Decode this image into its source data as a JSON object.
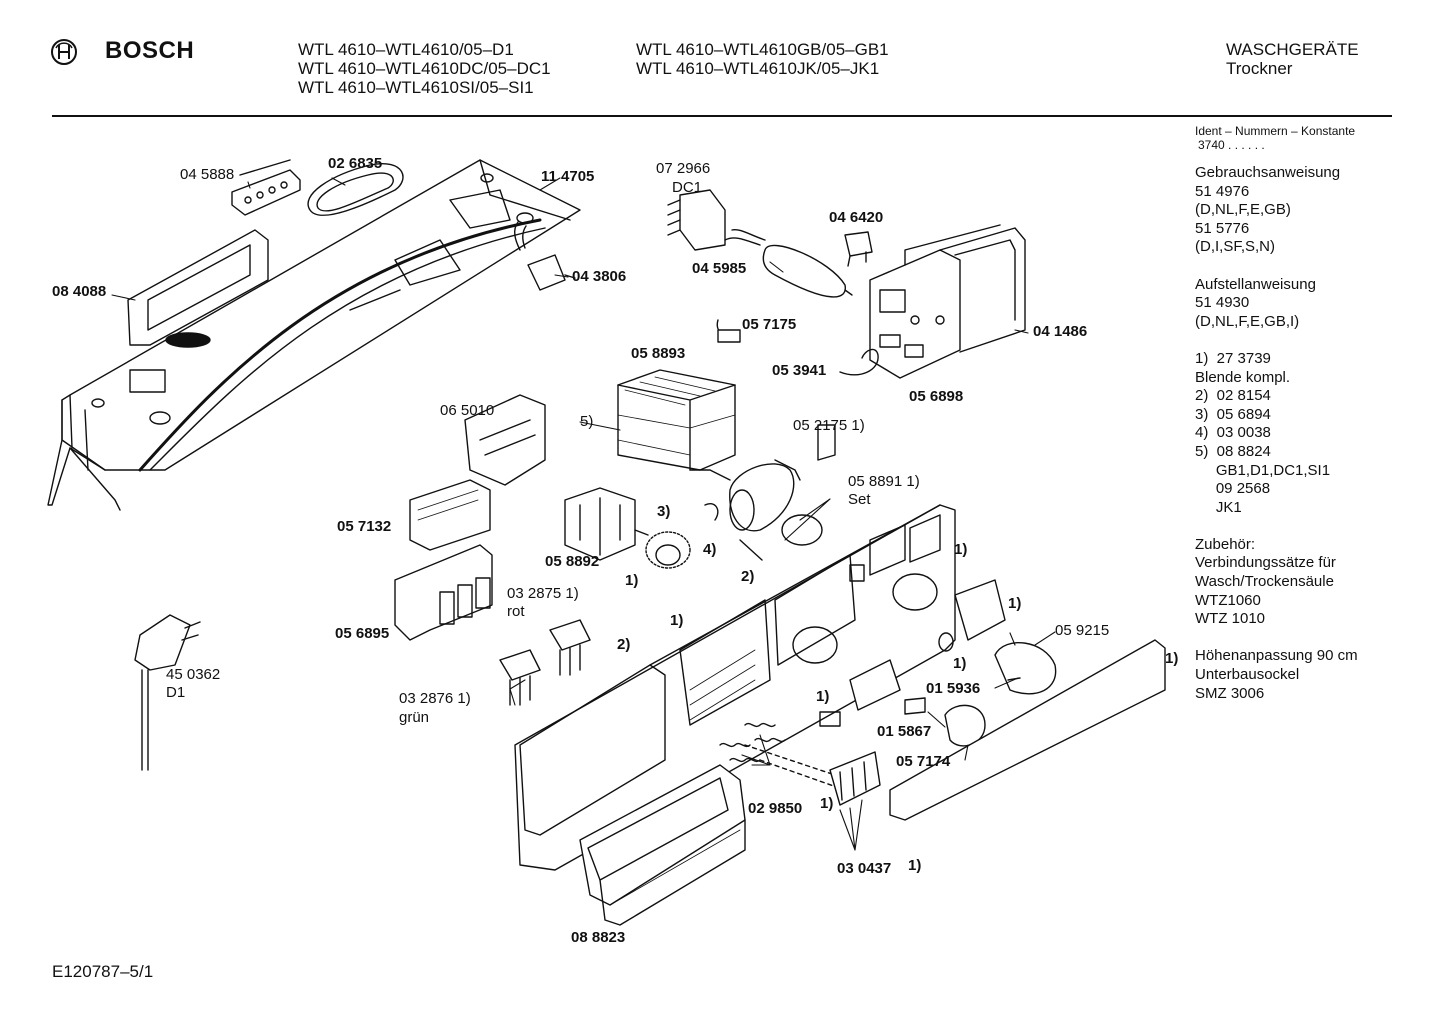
{
  "header": {
    "brand": "BOSCH",
    "models_col1": [
      "WTL 4610–WTL4610/05–D1",
      "WTL 4610–WTL4610DC/05–DC1",
      "WTL 4610–WTL4610SI/05–SI1"
    ],
    "models_col2": [
      "WTL 4610–WTL4610GB/05–GB1",
      "WTL 4610–WTL4610JK/05–JK1"
    ],
    "category": "WASCHGERÄTE",
    "subcategory": "Trockner"
  },
  "sidebar": {
    "ident_line": "Ident – Nummern – Konstante",
    "ident_value": "3740 . .   . . . .",
    "lines": [
      "Gebrauchsanweisung",
      "51 4976",
      "(D,NL,F,E,GB)",
      "51 5776",
      "(D,I,SF,S,N)",
      "",
      "Aufstellanweisung",
      "51 4930",
      "(D,NL,F,E,GB,I)",
      "",
      "1)  27 3739",
      "Blende kompl.",
      "2)  02 8154",
      "3)  05 6894",
      "4)  03 0038",
      "5)  08 8824",
      "     GB1,D1,DC1,SI1",
      "     09 2568",
      "     JK1",
      "",
      "Zubehör:",
      "Verbindungssätze für",
      "Wasch/Trockensäule",
      "WTZ1060",
      "WTZ 1010",
      "",
      "Höhenanpassung 90 cm",
      "Unterbausockel",
      "SMZ 3006"
    ]
  },
  "footer": {
    "drawing_number": "E120787–5/1"
  },
  "parts": [
    {
      "text": "04 5888",
      "bold": false
    },
    {
      "text": "02 6835",
      "bold": true
    },
    {
      "text": "11 4705",
      "bold": true
    },
    {
      "text": "07 2966",
      "bold": false
    },
    {
      "text": "DC1",
      "bold": false
    },
    {
      "text": "04 6420",
      "bold": true
    },
    {
      "text": "08 4088",
      "bold": true
    },
    {
      "text": "04 3806",
      "bold": true
    },
    {
      "text": "04 5985",
      "bold": true
    },
    {
      "text": "05 7175",
      "bold": true
    },
    {
      "text": "04 1486",
      "bold": true
    },
    {
      "text": "05 8893",
      "bold": true
    },
    {
      "text": "05 3941",
      "bold": true
    },
    {
      "text": "05 6898",
      "bold": true
    },
    {
      "text": "06 5010",
      "bold": false
    },
    {
      "text": "5)",
      "bold": false
    },
    {
      "text": "05 2175 1)",
      "bold": false
    },
    {
      "text": "05 8891 1)",
      "bold": false
    },
    {
      "text": "Set",
      "bold": false
    },
    {
      "text": "05 7132",
      "bold": true
    },
    {
      "text": "3)",
      "bold": true
    },
    {
      "text": "4)",
      "bold": true
    },
    {
      "text": "05 8892",
      "bold": true
    },
    {
      "text": "1)",
      "bold": true
    },
    {
      "text": "2)",
      "bold": true
    },
    {
      "text": "1)",
      "bold": true
    },
    {
      "text": "03 2875 1)",
      "bold": false
    },
    {
      "text": "rot",
      "bold": false
    },
    {
      "text": "1)",
      "bold": true
    },
    {
      "text": "05 6895",
      "bold": true
    },
    {
      "text": "2)",
      "bold": true
    },
    {
      "text": "1)",
      "bold": true
    },
    {
      "text": "05 9215",
      "bold": false
    },
    {
      "text": "1)",
      "bold": true
    },
    {
      "text": "45 0362",
      "bold": false
    },
    {
      "text": "D1",
      "bold": false
    },
    {
      "text": "1)",
      "bold": true
    },
    {
      "text": "01 5936",
      "bold": true
    },
    {
      "text": "03 2876 1)",
      "bold": false
    },
    {
      "text": "grün",
      "bold": false
    },
    {
      "text": "1)",
      "bold": true
    },
    {
      "text": "01 5867",
      "bold": true
    },
    {
      "text": "05 7174",
      "bold": true
    },
    {
      "text": "02 9850",
      "bold": true
    },
    {
      "text": "1)",
      "bold": true
    },
    {
      "text": "03 0437",
      "bold": true
    },
    {
      "text": "1)",
      "bold": true
    },
    {
      "text": "08 8823",
      "bold": true
    }
  ]
}
